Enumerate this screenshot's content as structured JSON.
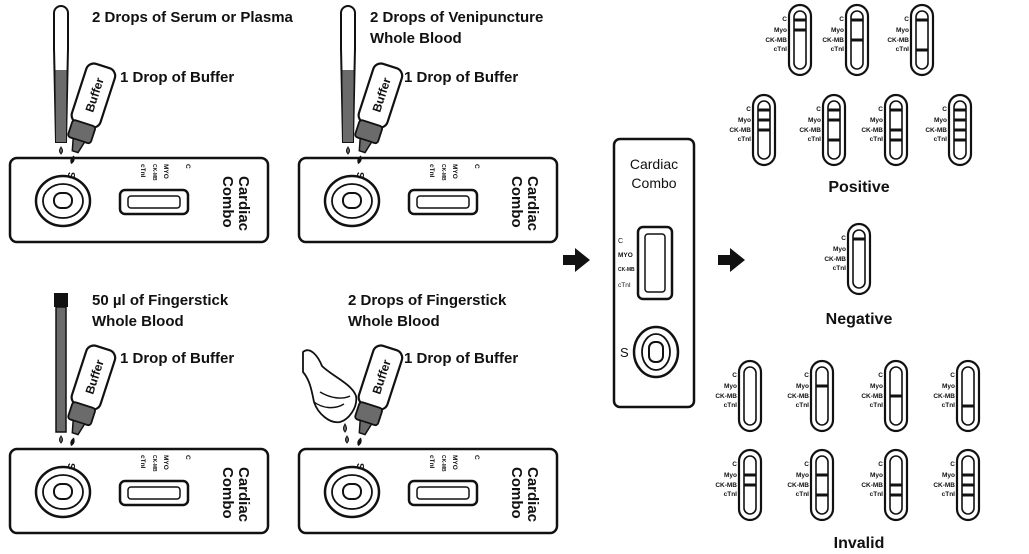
{
  "steps": [
    {
      "sample_instruction": [
        "2 Drops of Serum or Plasma"
      ],
      "buffer_instruction": "1 Drop of Buffer",
      "sample_tool": "dropper"
    },
    {
      "sample_instruction": [
        "2 Drops of Venipuncture",
        "Whole Blood"
      ],
      "buffer_instruction": "1 Drop of Buffer",
      "sample_tool": "dropper"
    },
    {
      "sample_instruction": [
        "50 µl of Fingerstick",
        "Whole Blood"
      ],
      "buffer_instruction": "1 Drop of Buffer",
      "sample_tool": "capillary-tube"
    },
    {
      "sample_instruction": [
        "2 Drops of Fingerstick",
        "Whole Blood"
      ],
      "buffer_instruction": "1 Drop of Buffer",
      "sample_tool": "finger"
    }
  ],
  "buffer_bottle_label": "Buffer",
  "cassette": {
    "title_lines": [
      "Cardiac",
      "Combo"
    ],
    "sample_well_label": "S",
    "line_labels": [
      "C",
      "MYO",
      "CK-MB",
      "cTnI"
    ]
  },
  "result_card_labels": [
    "C",
    "Myo",
    "CK-MB",
    "cTnI"
  ],
  "results": {
    "positive": {
      "heading": "Positive",
      "patterns": [
        {
          "C": true,
          "Myo": true,
          "CK-MB": false,
          "cTnI": false
        },
        {
          "C": true,
          "Myo": false,
          "CK-MB": true,
          "cTnI": false
        },
        {
          "C": true,
          "Myo": false,
          "CK-MB": false,
          "cTnI": true
        },
        {
          "C": true,
          "Myo": true,
          "CK-MB": true,
          "cTnI": false
        },
        {
          "C": true,
          "Myo": true,
          "CK-MB": false,
          "cTnI": true
        },
        {
          "C": true,
          "Myo": false,
          "CK-MB": true,
          "cTnI": true
        },
        {
          "C": true,
          "Myo": true,
          "CK-MB": true,
          "cTnI": true
        }
      ]
    },
    "negative": {
      "heading": "Negative",
      "patterns": [
        {
          "C": true,
          "Myo": false,
          "CK-MB": false,
          "cTnI": false
        }
      ]
    },
    "invalid": {
      "heading": "Invalid",
      "patterns": [
        {
          "C": false,
          "Myo": false,
          "CK-MB": false,
          "cTnI": false
        },
        {
          "C": false,
          "Myo": true,
          "CK-MB": false,
          "cTnI": false
        },
        {
          "C": false,
          "Myo": false,
          "CK-MB": true,
          "cTnI": false
        },
        {
          "C": false,
          "Myo": false,
          "CK-MB": false,
          "cTnI": true
        },
        {
          "C": false,
          "Myo": true,
          "CK-MB": true,
          "cTnI": false
        },
        {
          "C": false,
          "Myo": true,
          "CK-MB": false,
          "cTnI": true
        },
        {
          "C": false,
          "Myo": false,
          "CK-MB": true,
          "cTnI": true
        },
        {
          "C": false,
          "Myo": true,
          "CK-MB": true,
          "cTnI": true
        }
      ]
    }
  },
  "colors": {
    "ink": "#111111",
    "sample_fill": "#6b6b6b",
    "line": "#111111"
  }
}
